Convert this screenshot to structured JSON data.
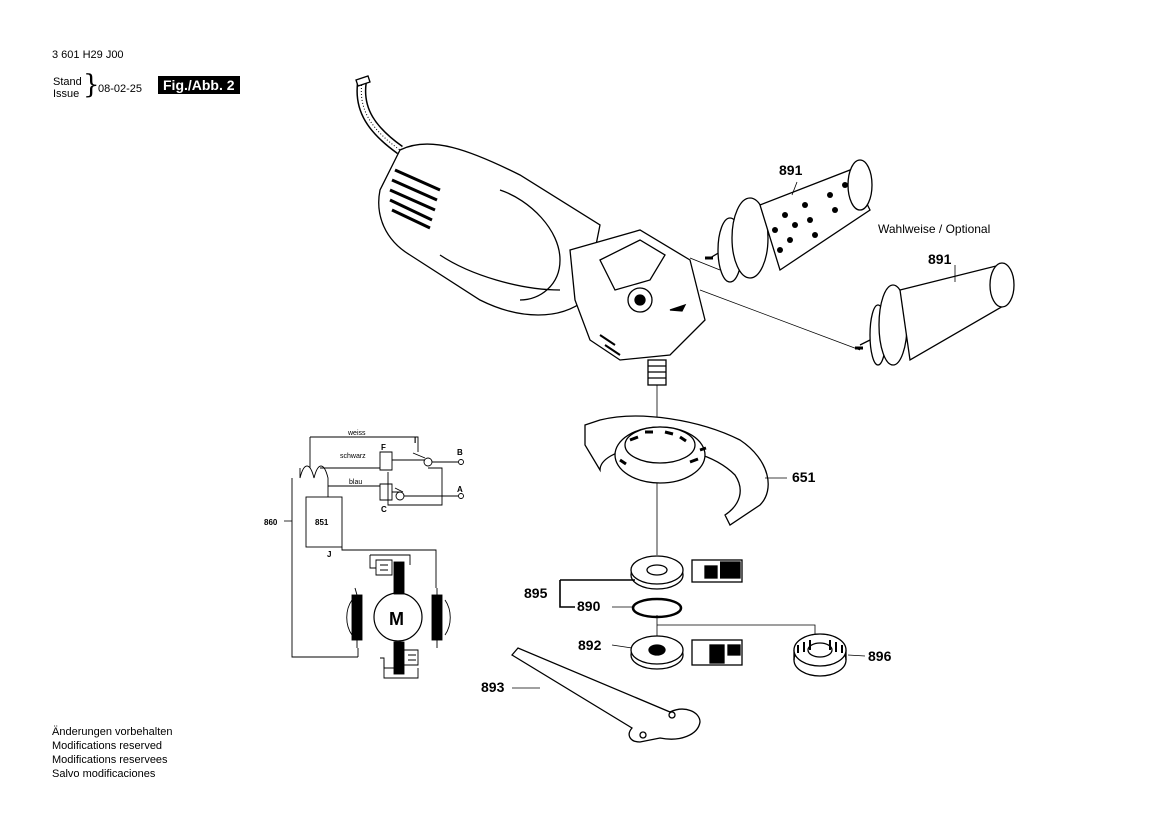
{
  "header": {
    "doc_number": "3 601 H29 J00",
    "stand_label": "Stand",
    "issue_label": "Issue",
    "date": "08-02-25",
    "figure_label": "Fig./Abb. 2"
  },
  "optional_note": "Wahlweise / Optional",
  "parts": {
    "p891a": "891",
    "p891b": "891",
    "p651": "651",
    "p895": "895",
    "p890": "890",
    "p892": "892",
    "p896": "896",
    "p893": "893"
  },
  "wiring": {
    "weiss": "weiss",
    "schwarz": "schwarz",
    "blau": "blau",
    "I": "I",
    "F": "F",
    "B": "B",
    "A": "A",
    "C": "C",
    "J": "J",
    "p860": "860",
    "p851": "851",
    "motor": "M"
  },
  "footer": {
    "line1": "Änderungen vorbehalten",
    "line2": "Modifications reserved",
    "line3": "Modifications reservees",
    "line4": "Salvo modificaciones"
  }
}
